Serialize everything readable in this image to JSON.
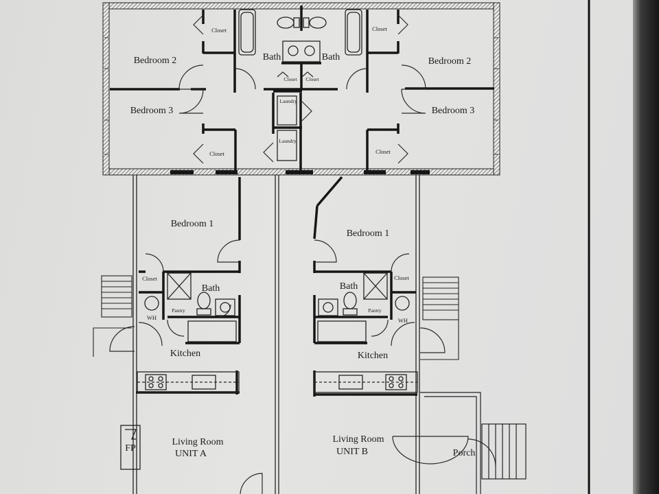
{
  "rooms": {
    "bedroom2_left": "Bedroom 2",
    "bedroom2_right": "Bedroom 2",
    "bedroom3_left": "Bedroom 3",
    "bedroom3_right": "Bedroom 3",
    "bath_upper_left": "Bath",
    "bath_upper_right": "Bath",
    "closet_tl": "Closet",
    "closet_tr": "Closet",
    "closet_bl": "Closet",
    "closet_br": "Closet",
    "closet_mid_left": "Closet",
    "closet_mid_right": "Closet",
    "laundry_1": "Laundry",
    "laundry_2": "Laundry",
    "bedroom1_a": "Bedroom 1",
    "bedroom1_b": "Bedroom 1",
    "closet_a": "Closet",
    "closet_b": "Closet",
    "bath_a": "Bath",
    "bath_b": "Bath",
    "pantry_a": "Pantry",
    "pantry_b": "Pantry",
    "wh_a": "WH",
    "wh_b": "WH",
    "kitchen_a": "Kitchen",
    "kitchen_b": "Kitchen",
    "living_a": "Living Room",
    "unit_a": "UNIT A",
    "living_b": "Living Room",
    "unit_b": "UNIT B",
    "fireplace": "FP",
    "porch": "Porch"
  },
  "colors": {
    "wall": "#161616",
    "line": "#2a2a2a",
    "paper": "#e0e0de"
  }
}
